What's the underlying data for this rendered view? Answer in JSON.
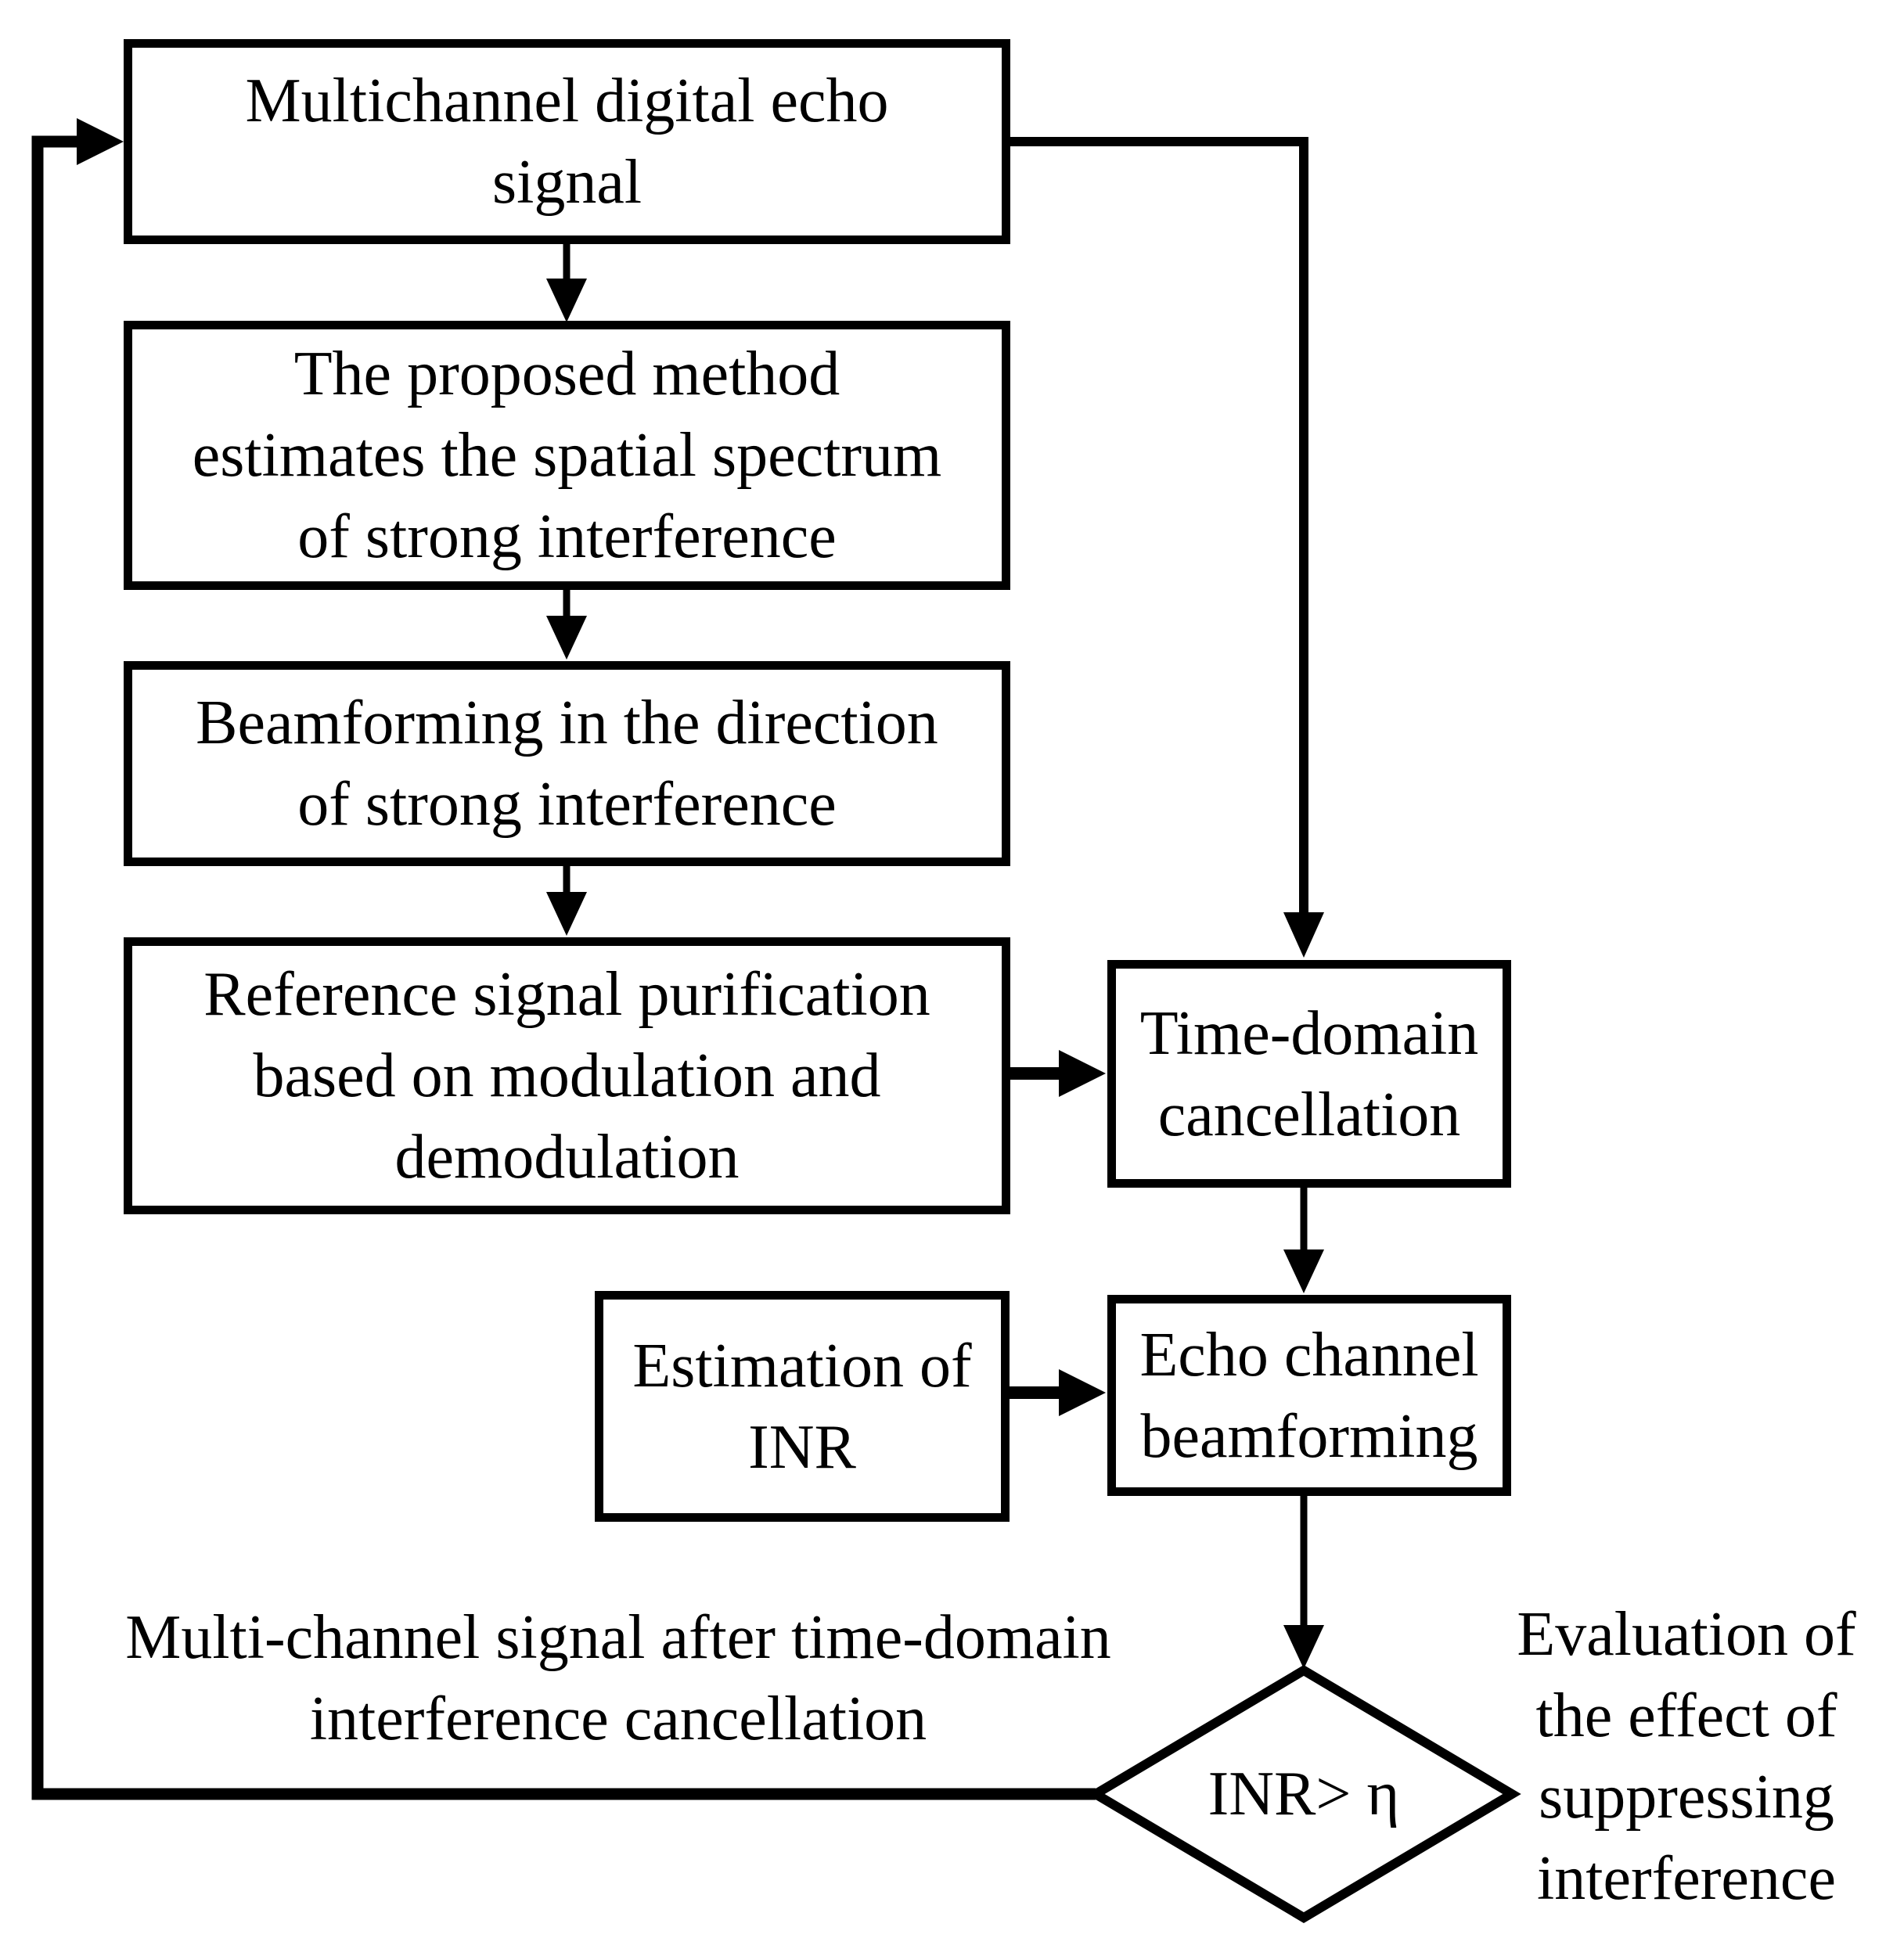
{
  "page": {
    "background_color": "#ffffff",
    "line_color": "#000000",
    "text_color": "#000000"
  },
  "flowchart": {
    "boxes": {
      "multichannel_signal": {
        "lines": [
          "Multichannel digital echo",
          "signal"
        ]
      },
      "proposed_method": {
        "lines": [
          "The proposed method",
          "estimates the spatial spectrum",
          "of strong interference"
        ]
      },
      "beamforming": {
        "lines": [
          "Beamforming in the direction",
          "of strong interference"
        ]
      },
      "reference_signal": {
        "lines": [
          "Reference signal purification",
          "based on modulation and",
          "demodulation"
        ]
      },
      "time_domain": {
        "lines": [
          "Time-domain",
          "cancellation"
        ]
      },
      "estimation_inr": {
        "lines": [
          "Estimation of",
          "INR"
        ]
      },
      "echo_channel": {
        "lines": [
          "Echo channel",
          "beamforming"
        ]
      }
    },
    "decision": {
      "label": "INR> η"
    },
    "labels": {
      "after_cancellation": {
        "lines": [
          "Multi-channel signal after time-domain",
          "interference cancellation"
        ]
      },
      "evaluation": {
        "lines": [
          "Evaluation of",
          "the effect of",
          "suppressing",
          "interference"
        ]
      }
    }
  }
}
